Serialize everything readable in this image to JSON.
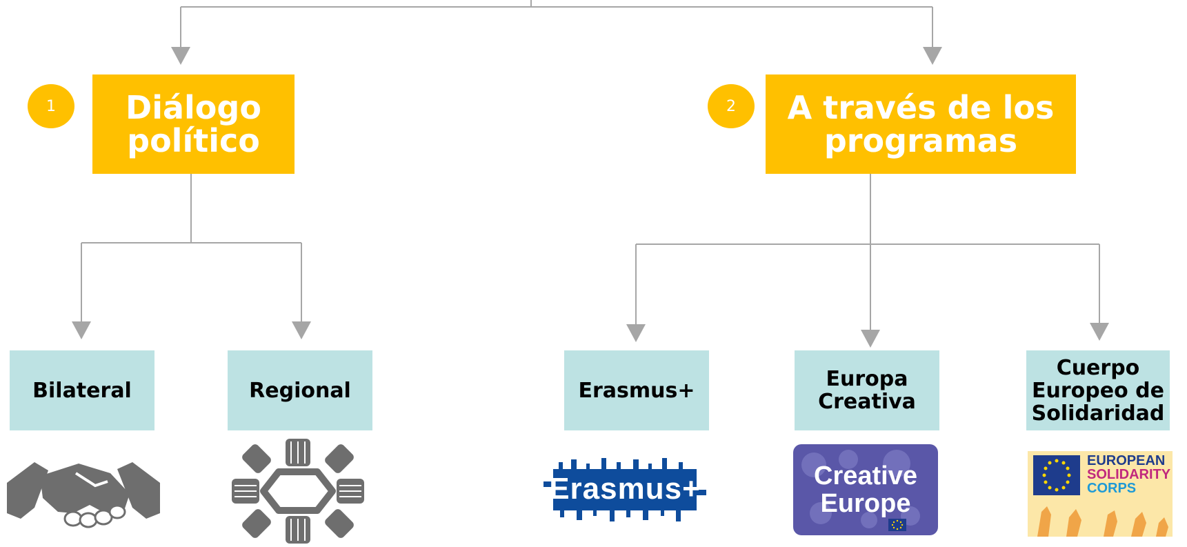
{
  "colors": {
    "main_box": "#FFC000",
    "sub_box": "#BDE2E3",
    "connector": "#A6A6A6",
    "icon_gray": "#6E6E6E",
    "erasmus_blue": "#0E4C9C",
    "creative_purple": "#5A57A8"
  },
  "branch1": {
    "number": "1",
    "title": "Diálogo\npolítico",
    "children": [
      {
        "label": "Bilateral",
        "icon": "handshake-icon"
      },
      {
        "label": "Regional",
        "icon": "joined-hands-icon"
      }
    ]
  },
  "branch2": {
    "number": "2",
    "title": "A través de los\nprogramas",
    "children": [
      {
        "label": "Erasmus+",
        "logo": "erasmus-plus-logo",
        "logo_text": "Erasmus+"
      },
      {
        "label": "Europa\nCreativa",
        "logo": "creative-europe-logo",
        "logo_text": "Creative\nEurope"
      },
      {
        "label": "Cuerpo\nEuropeo de\nSolidaridad",
        "logo": "european-solidarity-corps-logo",
        "logo_text": [
          "EUROPEAN",
          "SOLIDARITY",
          "CORPS"
        ]
      }
    ]
  }
}
